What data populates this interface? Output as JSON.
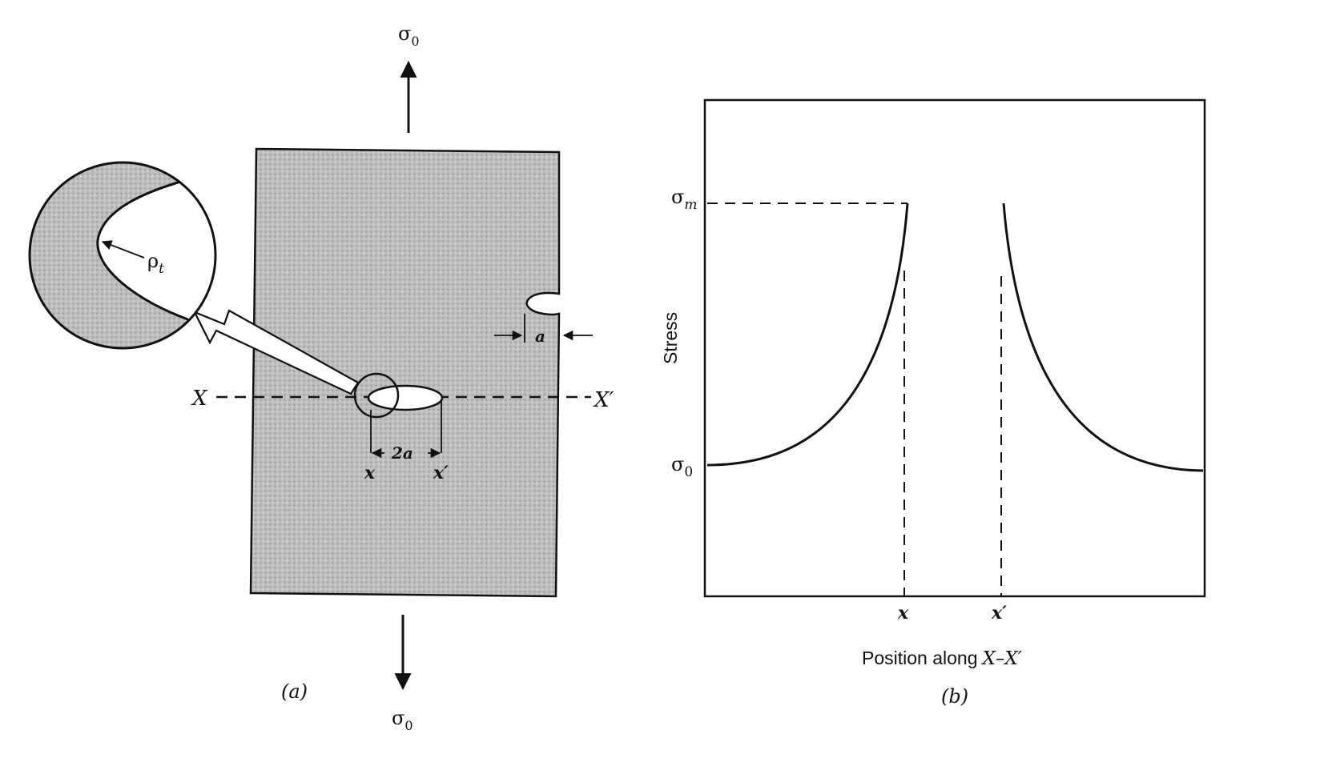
{
  "panel_a": {
    "caption": "(a)",
    "sigma_top": {
      "symbol": "σ",
      "sub": "0"
    },
    "sigma_bottom": {
      "symbol": "σ",
      "sub": "0"
    },
    "rho_label": {
      "symbol": "ρ",
      "sub": "t"
    },
    "edge_crack_label": "a",
    "axis_left": "X",
    "axis_right": "X′",
    "crack_length_label": "2a",
    "point_x": "x",
    "point_xp": "x′"
  },
  "panel_b": {
    "caption": "(b)",
    "y_axis_label": "Stress",
    "x_axis_label_prefix": "Position along",
    "x_axis_label_var": "X–X′",
    "sigma_m": {
      "symbol": "σ",
      "sub": "m"
    },
    "sigma_0": {
      "symbol": "σ",
      "sub": "0"
    },
    "tick_x": "x",
    "tick_xp": "x′"
  },
  "colors": {
    "ink": "#111111",
    "specimen_fill": "#b9b9b9",
    "hole_fill": "#ffffff"
  }
}
